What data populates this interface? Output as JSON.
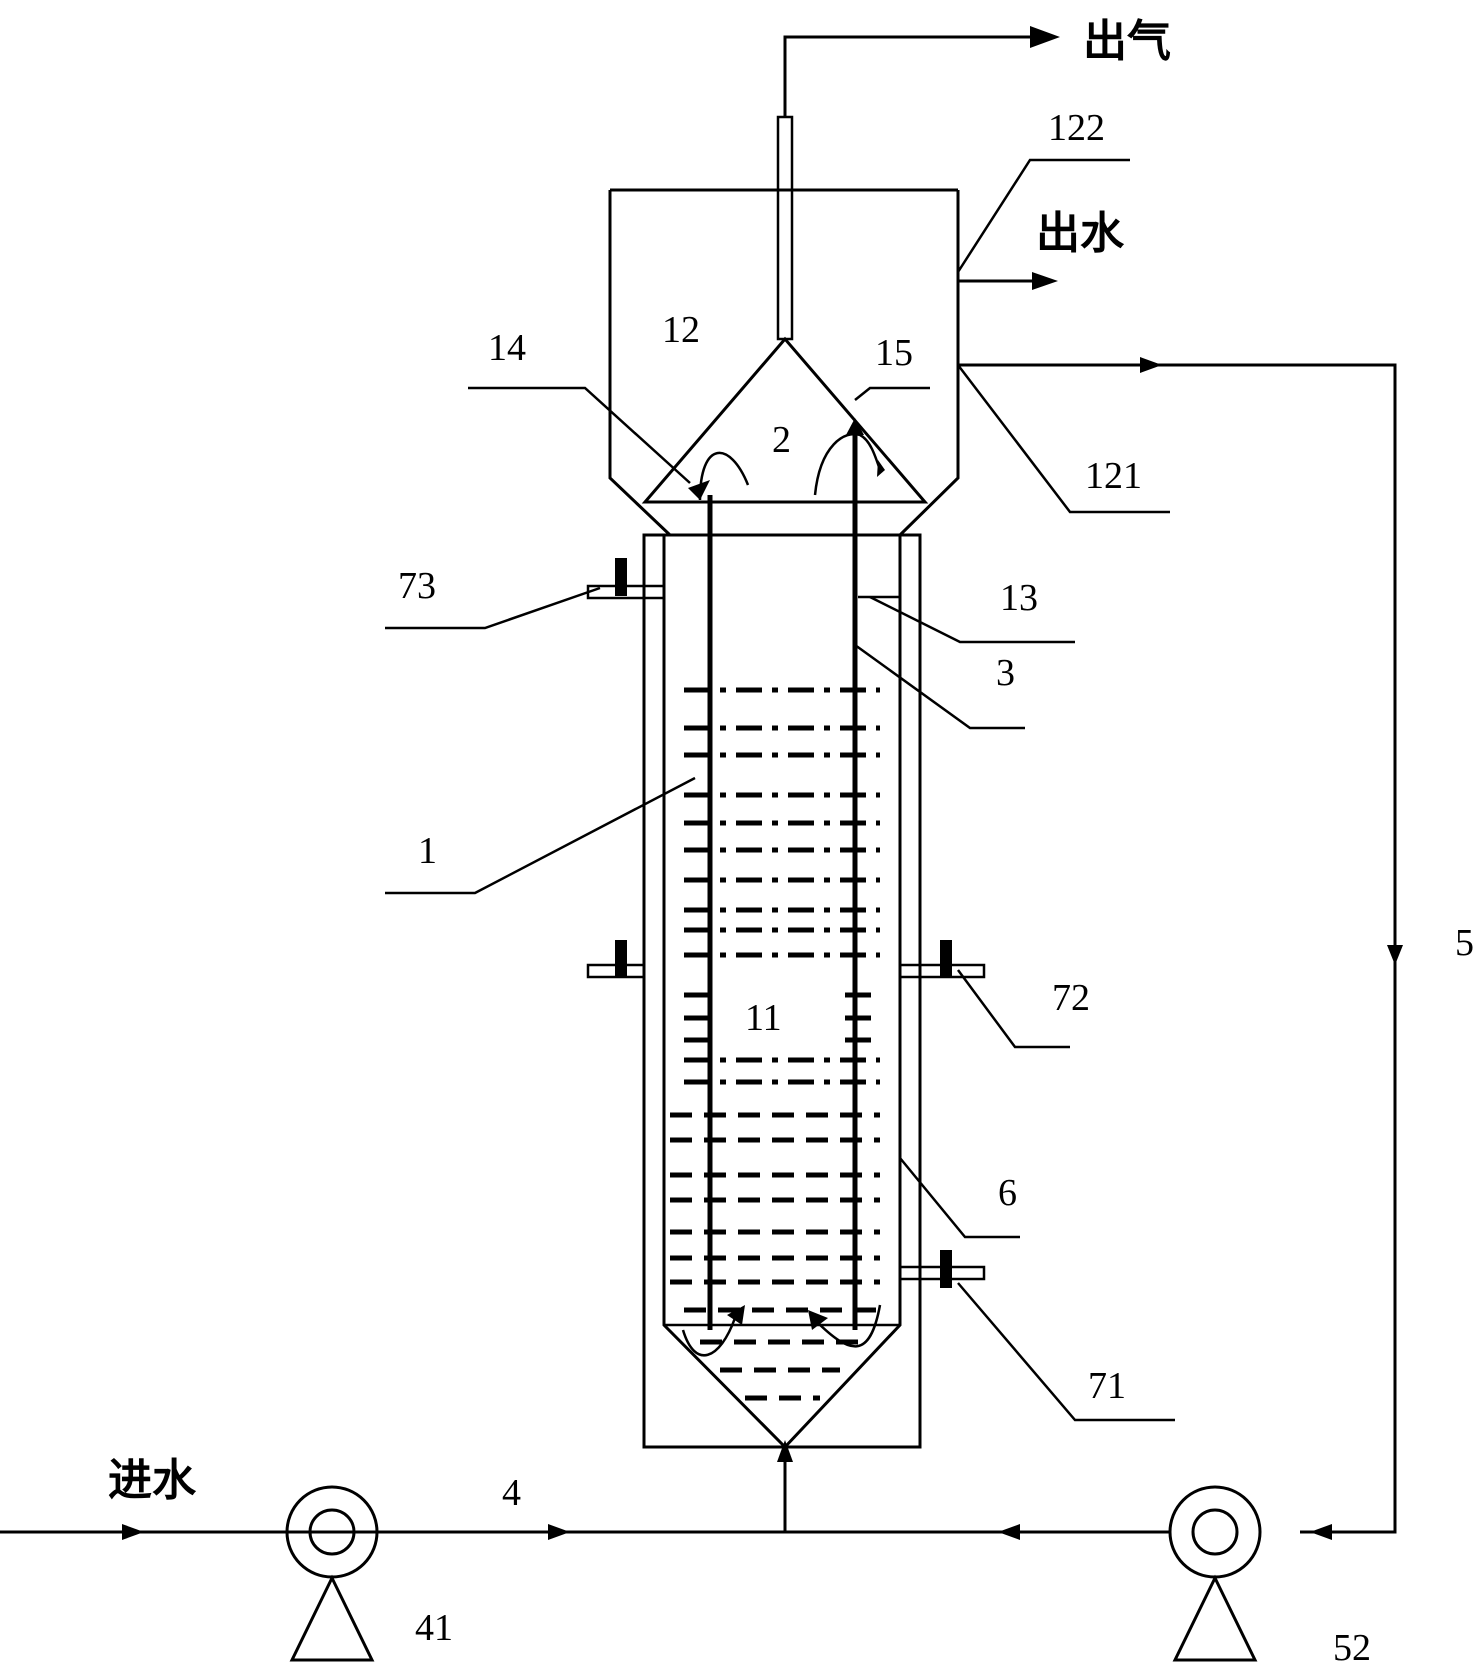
{
  "labels": {
    "gas_out": "出气",
    "water_out": "出水",
    "water_in": "进水",
    "n122": "122",
    "n12": "12",
    "n14": "14",
    "n15": "15",
    "n2": "2",
    "n121": "121",
    "n73": "73",
    "n13": "13",
    "n3": "3",
    "n1": "1",
    "n11": "11",
    "n72": "72",
    "n5": "5",
    "n6": "6",
    "n71": "71",
    "n4": "4",
    "n41": "41",
    "n52": "52"
  }
}
